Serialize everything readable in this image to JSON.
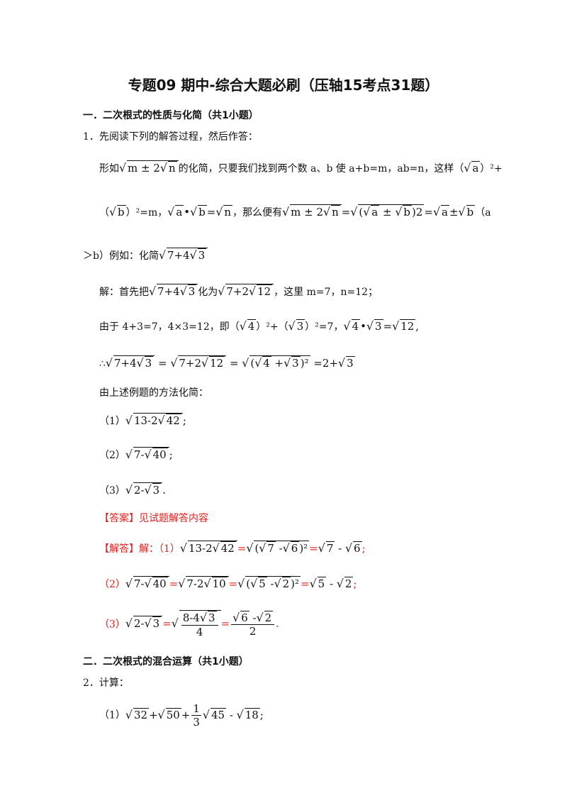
{
  "title": "专题09 期中-综合大题必刷（压轴15考点31题）",
  "sections": [
    {
      "heading": "一．二次根式的性质与化简（共1小题）"
    },
    {
      "heading": "二．二次根式的混合运算（共1小题）"
    }
  ],
  "q1": {
    "intro": "1．先阅读下列的解答过程，然后作答：",
    "p1_a": "形如",
    "p1_b": "的化简，只要我们找到两个数",
    "p1_c": "a、b 使 a+b=m，ab=n，这样（",
    "p1_d": "）²+",
    "p2_a": "（",
    "p2_b": "）²=m，",
    "p2_c": "，那么便有",
    "p2_d": "（a",
    "p3_a": "＞b）例如：化简",
    "sol_a": "解：首先把",
    "sol_b": "化为",
    "sol_c": "，这里 m=7，n=12；",
    "since_a": "由于 4+3=7，4×3=12，即（",
    "since_b": "）²+（",
    "since_c": "）²=7，",
    "therefore": "∴",
    "method": "由上述例题的方法化简：",
    "items": [
      "（1）",
      "（2）",
      "（3）"
    ],
    "answer_label": "【答案】见试题解答内容",
    "analysis_label": "【解答】解：（1）",
    "a2_label": "（2）",
    "a3_label": "（3）"
  },
  "q2": {
    "intro": "2．计算：",
    "item1": "（1）"
  }
}
